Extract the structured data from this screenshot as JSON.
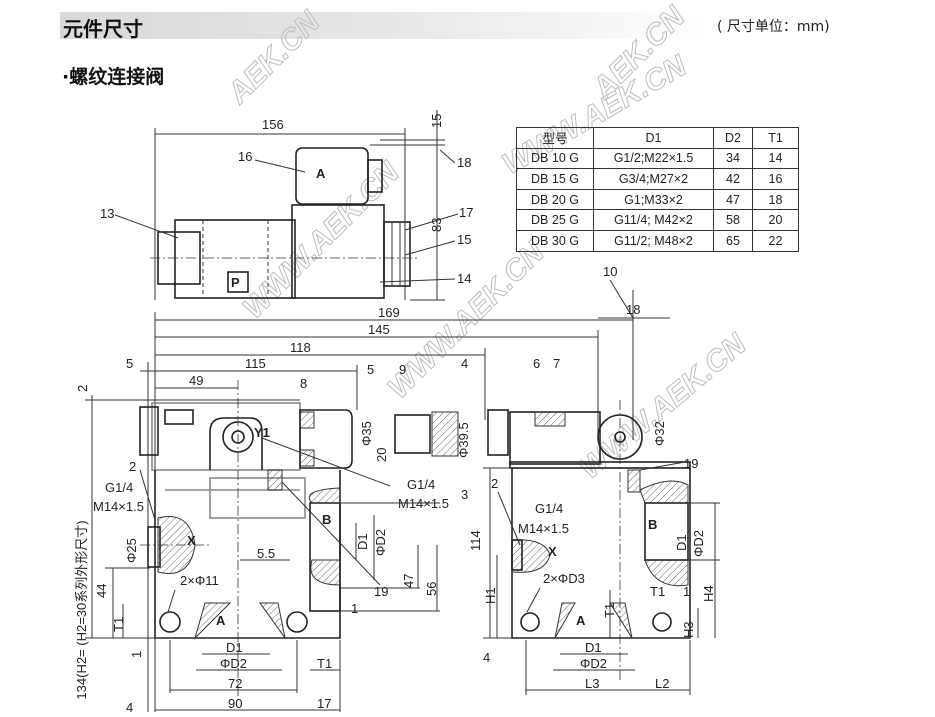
{
  "header": {
    "title": "元件尺寸",
    "unit_note": "( 尺寸单位：mm)"
  },
  "section": {
    "title": "·螺纹连接阀"
  },
  "watermarks": [
    "AEK.CN",
    "WWW.AEK.CN"
  ],
  "spec_table": {
    "columns": [
      "型号",
      "D1",
      "D2",
      "T1"
    ],
    "rows": [
      [
        "DB 10 G",
        "G1/2;M22×1.5",
        "34",
        "14"
      ],
      [
        "DB 15 G",
        "G3/4;M27×2",
        "42",
        "16"
      ],
      [
        "DB 20 G",
        "G1;M33×2",
        "47",
        "18"
      ],
      [
        "DB 25 G",
        "G11/4; M42×2",
        "58",
        "20"
      ],
      [
        "DB 30 G",
        "G11/2; M48×2",
        "65",
        "22"
      ]
    ]
  },
  "drawing_labels": [
    "156",
    "15",
    "16",
    "A",
    "18",
    "13",
    "17",
    "83",
    "15",
    "14",
    "P",
    "10",
    "18",
    "169",
    "145",
    "118",
    "115",
    "5",
    "49",
    "2",
    "8",
    "5",
    "9",
    "4",
    "6",
    "7",
    "Y1",
    "Φ35",
    "20",
    "Φ39.5",
    "Φ32",
    "G1/4",
    "3",
    "M14×1.5",
    "19",
    "2",
    "G1/4",
    "M14×1.5",
    "B",
    "Φ25",
    "X",
    "D1",
    "ΦD2",
    "5.5",
    "47",
    "56",
    "134(H2= (H2=30系列外形尺寸)",
    "2×Φ11",
    "44",
    "19",
    "1",
    "T1",
    "A",
    "1",
    "D1",
    "ΦD2",
    "T1",
    "72",
    "4",
    "90",
    "17",
    "2",
    "G1/4",
    "M14×1.5",
    "114",
    "X",
    "B",
    "D1",
    "ΦD2",
    "2×ΦD3",
    "H1",
    "T1",
    "1",
    "H4",
    "A",
    "T1",
    "H3",
    "4",
    "D1",
    "ΦD2",
    "L3",
    "L2"
  ]
}
